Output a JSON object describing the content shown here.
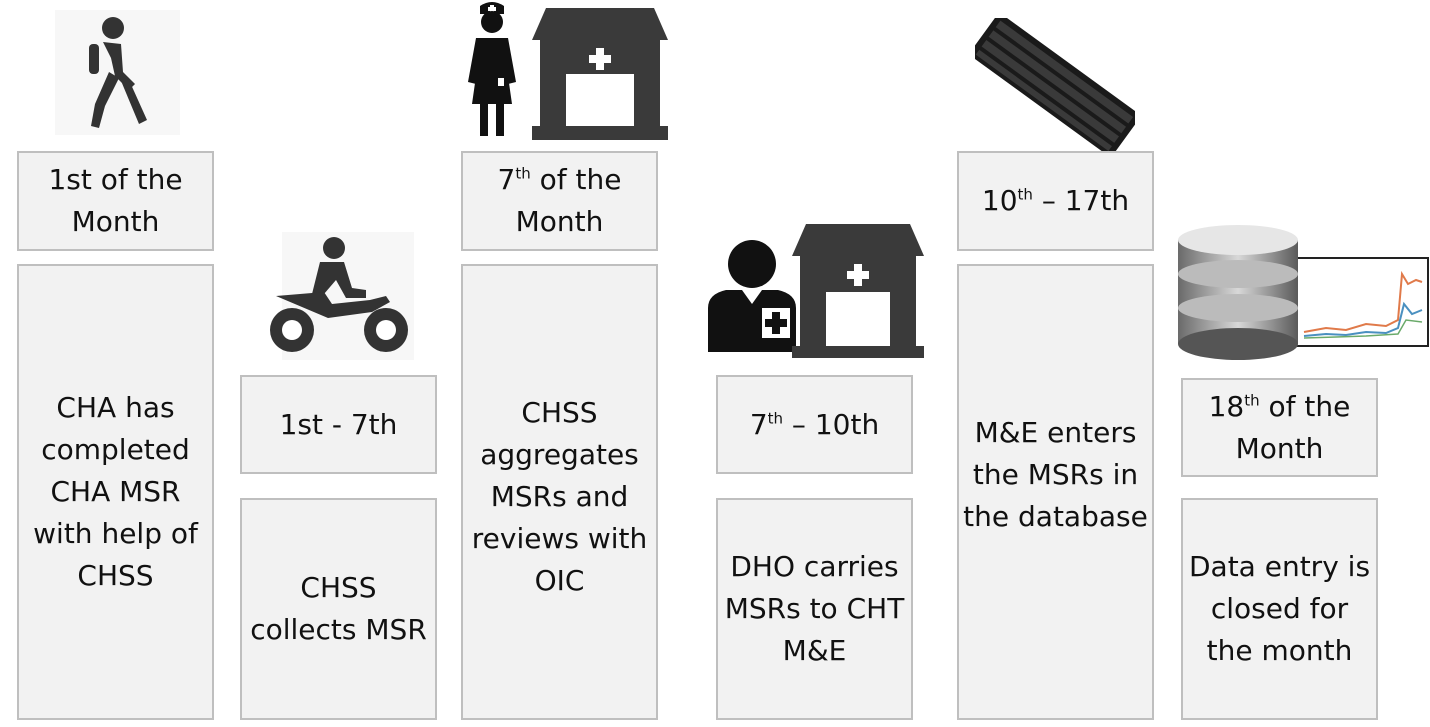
{
  "steps": [
    {
      "date_pre": "1st of the",
      "date_sup": "",
      "date_post": "",
      "date_line2": "Month",
      "desc": "CHA has completed CHA MSR with help of CHSS",
      "icon": "walking-person-icon"
    },
    {
      "date_pre": "1st - 7th",
      "date_sup": "",
      "date_post": "",
      "date_line2": "",
      "desc": "CHSS collects MSR",
      "icon": "motorcycle-rider-icon"
    },
    {
      "date_pre": "7",
      "date_sup": "th",
      "date_post": " of the",
      "date_line2": "Month",
      "desc": "CHSS aggregates MSRs and reviews with OIC",
      "icon": "nurse-and-health-facility-icon"
    },
    {
      "date_pre": "7",
      "date_sup": "th",
      "date_post": " – 10th",
      "date_line2": "",
      "desc": "DHO carries MSRs to CHT M&E",
      "icon": "doctor-and-health-facility-icon"
    },
    {
      "date_pre": "10",
      "date_sup": "th",
      "date_post": " – 17th",
      "date_line2": "",
      "desc": "M&E enters the MSRs in the database",
      "icon": "keyboard-icon"
    },
    {
      "date_pre": "18",
      "date_sup": "th",
      "date_post": " of the",
      "date_line2": "Month",
      "desc": "Data entry is closed for the month",
      "icon": "database-and-chart-icon"
    }
  ]
}
